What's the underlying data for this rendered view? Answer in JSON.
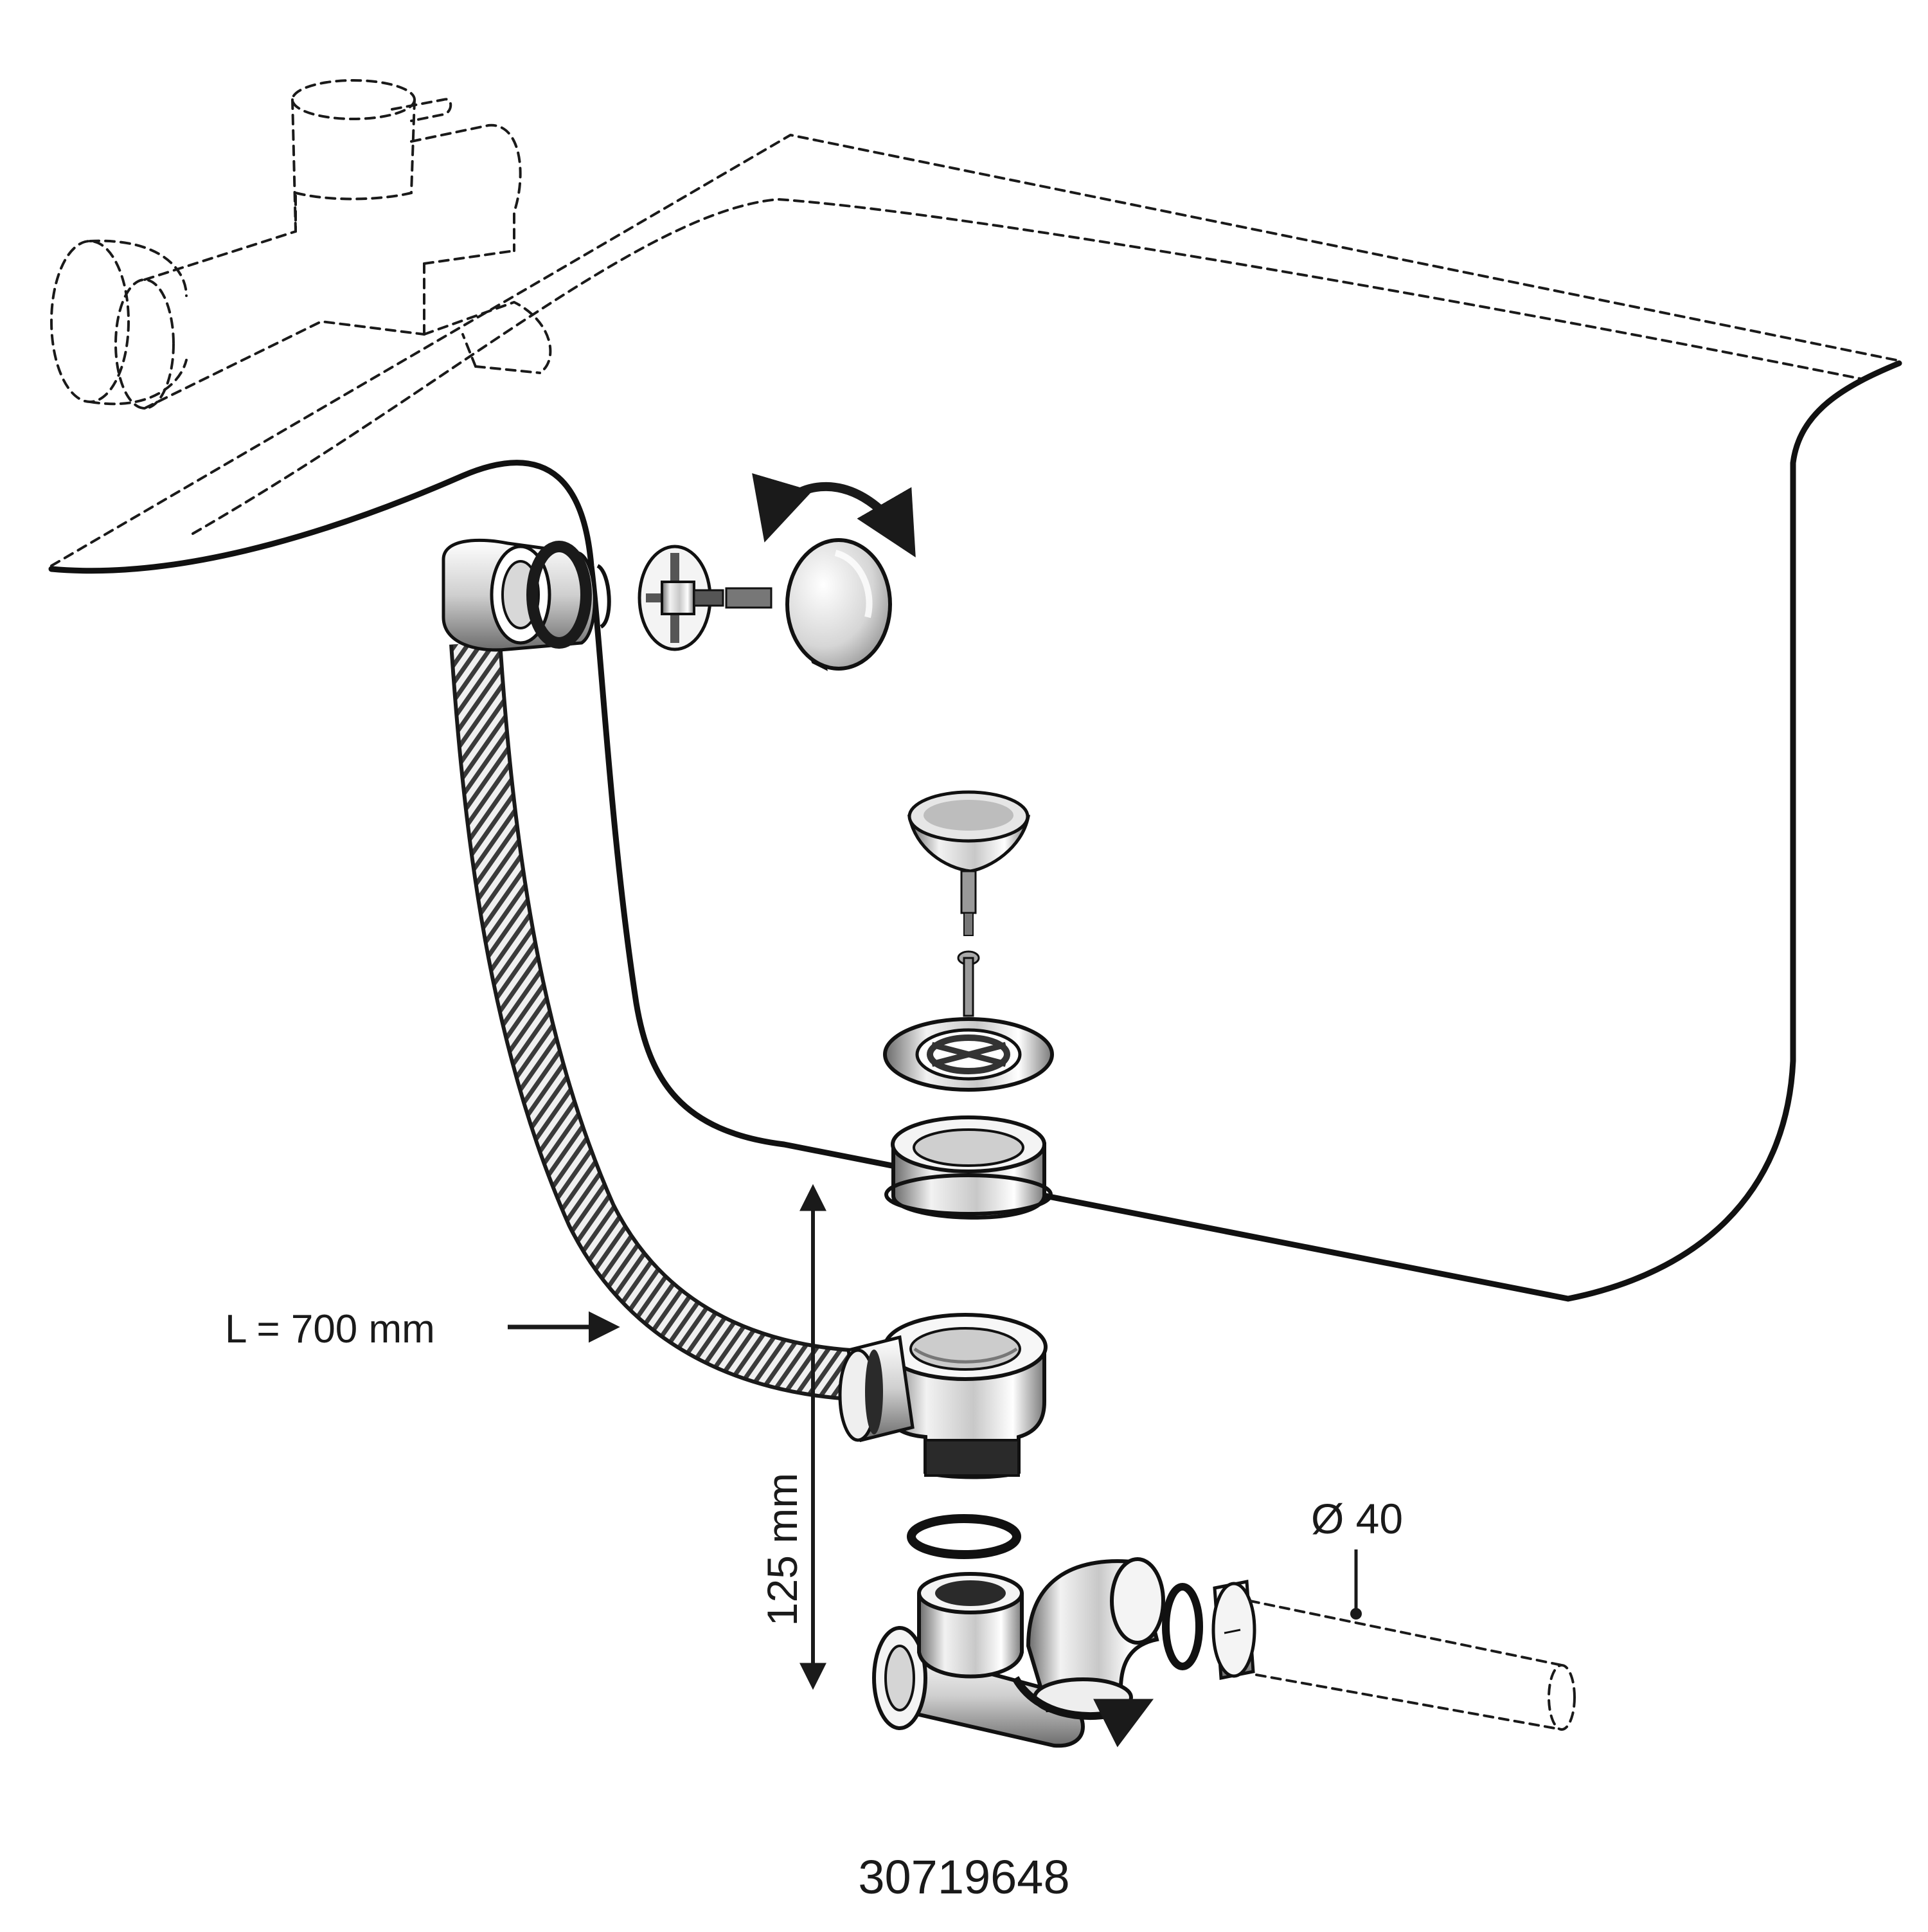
{
  "labels": {
    "hose_length": "L = 700 mm",
    "height": "125 mm",
    "diameter": "Ø 40",
    "article_number": "30719648"
  },
  "colors": {
    "line": "#111111",
    "chrome_light": "#f4f4f4",
    "chrome_mid": "#b9b9b9",
    "chrome_dark": "#5a5a5a",
    "hose": "#3a3a3a"
  }
}
